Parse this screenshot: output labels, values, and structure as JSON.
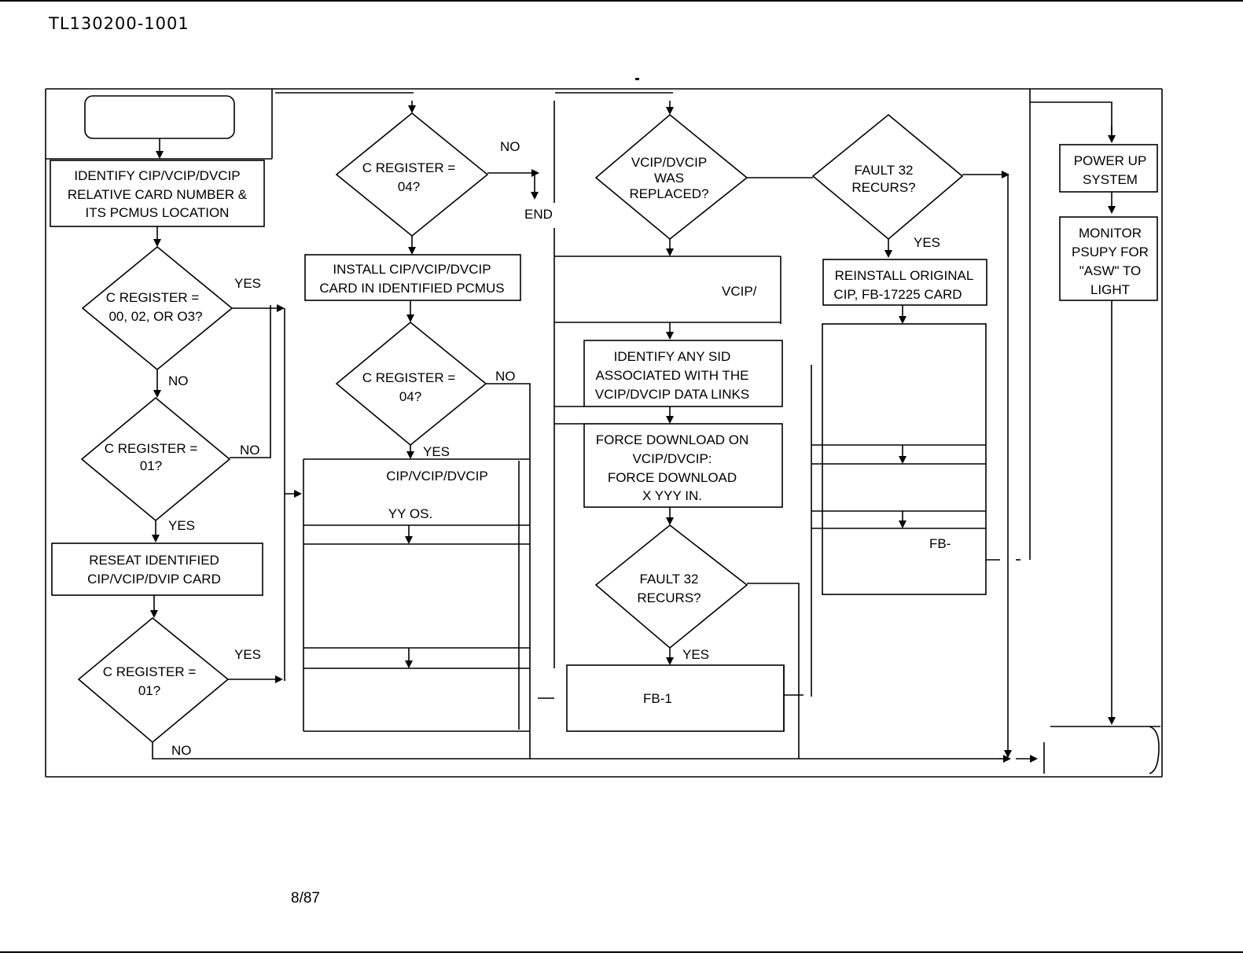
{
  "header": {
    "doc_id": "TL130200-1001",
    "date": "8/87"
  },
  "col1": {
    "start_box": "",
    "identify": [
      "IDENTIFY CIP/VCIP/DVCIP",
      "RELATIVE CARD NUMBER &",
      "ITS PCMUS LOCATION"
    ],
    "dec1": [
      "C REGISTER  =",
      "00, 02, OR O3?"
    ],
    "dec1_yes": "YES",
    "dec1_no": "NO",
    "dec2": [
      "C REGISTER  =",
      "01?"
    ],
    "dec2_no": "NO",
    "dec2_yes": "YES",
    "reseat": [
      "RESEAT IDENTIFIED",
      "CIP/VCIP/DVIP CARD"
    ],
    "dec3": [
      "C REGISTER  =",
      "01?"
    ],
    "dec3_yes": "YES",
    "dec3_no": "NO"
  },
  "col2": {
    "dec1": [
      "C REGISTER  =",
      "04?"
    ],
    "dec1_no": "NO",
    "end": "END",
    "install": [
      "INSTALL CIP/VCIP/DVCIP",
      "CARD IN IDENTIFIED PCMUS"
    ],
    "dec2": [
      "C REGISTER  =",
      "04?"
    ],
    "dec2_no": "NO",
    "dec2_yes": "YES",
    "block_line1": "CIP/VCIP/DVCIP",
    "block_line2": "YY OS."
  },
  "col3": {
    "dec1": [
      "VCIP/DVCIP",
      "WAS",
      "REPLACED?"
    ],
    "block1_text": "VCIP/",
    "identify_sid": [
      "IDENTIFY ANY SID",
      "ASSOCIATED WITH THE",
      "VCIP/DVCIP DATA LINKS"
    ],
    "force": [
      "FORCE DOWNLOAD ON",
      "VCIP/DVCIP:",
      "FORCE DOWNLOAD",
      "X YYY IN."
    ],
    "dec2": [
      "FAULT 32",
      "RECURS?"
    ],
    "dec2_yes": "YES",
    "bottom_box": "FB-1"
  },
  "col4": {
    "dec1": [
      "FAULT 32",
      "RECURS?"
    ],
    "dec1_yes": "YES",
    "reinstall": [
      "REINSTALL ORIGINAL",
      "CIP, FB-17225 CARD"
    ],
    "block_text": "FB-"
  },
  "col5": {
    "power": [
      "POWER UP",
      "SYSTEM"
    ],
    "monitor": [
      "MONITOR",
      "PSUPY FOR",
      "\"ASW\" TO",
      "LIGHT"
    ],
    "end_box": ""
  }
}
